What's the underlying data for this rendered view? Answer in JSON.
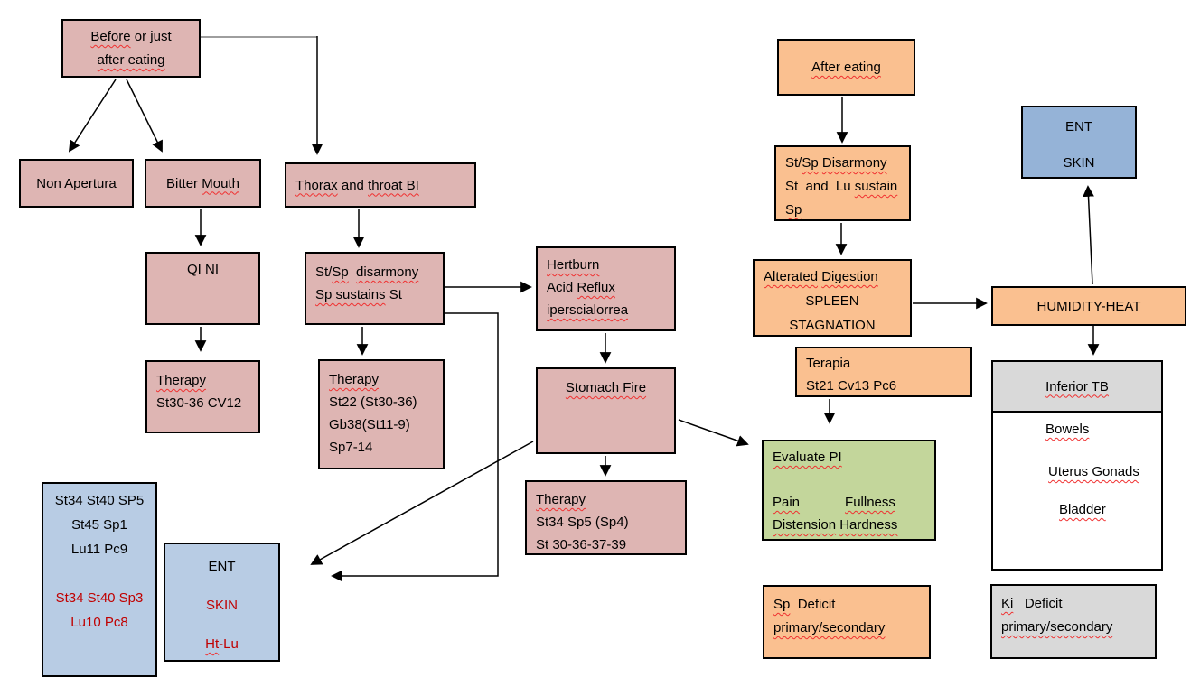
{
  "title": "Digestive disharmony acupuncture flowchart",
  "colors": {
    "pink": "#DEB5B3",
    "orange": "#FAC090",
    "blue": "#95B3D7",
    "light_blue": "#B8CCE4",
    "green": "#C3D69B",
    "gray": "#D9D9D9",
    "red_text": "#C00000",
    "squiggle": "#F03030"
  },
  "boxes": {
    "before_eating": {
      "lines": [
        [
          {
            "t": "Before",
            "sq": true
          },
          {
            "t": " or just"
          }
        ],
        [
          {
            "t": "after eating",
            "sq": true
          }
        ]
      ]
    },
    "non_apertura": {
      "lines": [
        [
          {
            "t": "Non Apertura"
          }
        ]
      ]
    },
    "bitter_mouth": {
      "lines": [
        [
          {
            "t": "Bitter "
          },
          {
            "t": "Mouth",
            "sq": true
          }
        ]
      ]
    },
    "thorax_throat": {
      "lines": [
        [
          {
            "t": "Thorax",
            "sq": true
          },
          {
            "t": " and "
          },
          {
            "t": "throat BI",
            "sq": true
          }
        ]
      ]
    },
    "qi_ni": {
      "lines": [
        [
          {
            "t": "QI NI"
          }
        ]
      ]
    },
    "therapy_qini": {
      "lines": [
        [
          {
            "t": "Therapy",
            "sq": true
          }
        ],
        [
          {
            "t": "St30-36 CV12"
          }
        ]
      ]
    },
    "stsp_disarmony_left": {
      "lines": [
        [
          {
            "t": "St/"
          },
          {
            "t": "Sp",
            "sq": true
          },
          {
            "t": "  "
          },
          {
            "t": "disarmony",
            "sq": true
          }
        ],
        [
          {
            "t": "Sp sustains",
            "sq": true
          },
          {
            "t": " St"
          }
        ]
      ]
    },
    "therapy_st22": {
      "lines": [
        [
          {
            "t": "Therapy",
            "sq": true
          }
        ],
        [
          {
            "t": "St22 (St30-36)"
          }
        ],
        [
          {
            "t": "Gb38(St11-9)"
          }
        ],
        [
          {
            "t": "Sp7-14"
          }
        ]
      ]
    },
    "hertburn": {
      "lines": [
        [
          {
            "t": "Hertburn",
            "sq": true
          }
        ],
        [
          {
            "t": "Acid "
          },
          {
            "t": "Reflux",
            "sq": true
          }
        ],
        [
          {
            "t": "iperscialorrea",
            "sq": true
          }
        ]
      ]
    },
    "stomach_fire": {
      "lines": [
        [
          {
            "t": "Stomach Fire",
            "sq": true
          }
        ]
      ]
    },
    "therapy_st34": {
      "lines": [
        [
          {
            "t": "Therapy",
            "sq": true
          }
        ],
        [
          {
            "t": "St34 Sp5 (Sp4)"
          }
        ],
        [
          {
            "t": "St 30-36-37-39"
          }
        ]
      ]
    },
    "after_eating": {
      "lines": [
        [
          {
            "t": "After eating",
            "sq": true
          }
        ]
      ]
    },
    "stsp_disarmony_right": {
      "lines": [
        [
          {
            "t": "St/"
          },
          {
            "t": "Sp",
            "sq": true
          },
          {
            "t": " "
          },
          {
            "t": "Disarmony",
            "sq": true
          }
        ],
        [
          {
            "t": "St  and  Lu "
          },
          {
            "t": "sustain",
            "sq": true
          }
        ],
        [
          {
            "t": "Sp",
            "sq": true
          }
        ]
      ]
    },
    "alterated_digestion": {
      "lines": [
        [
          {
            "t": "Alterated",
            "sq": true
          },
          {
            "t": " "
          },
          {
            "t": "Digestion",
            "sq": true
          }
        ],
        [
          {
            "t": "SPLEEN"
          }
        ],
        [
          {
            "t": "STAGNATION"
          }
        ]
      ]
    },
    "terapia": {
      "lines": [
        [
          {
            "t": "Terapia"
          }
        ],
        [
          {
            "t": "St21 Cv13 Pc6"
          }
        ]
      ]
    },
    "evaluate_pi": {
      "lines": [
        [
          {
            "t": "Evaluate PI",
            "sq": true
          }
        ],
        [
          {
            "t": " "
          }
        ],
        [
          {
            "t": "Pain",
            "sq": true
          },
          {
            "t": "            "
          },
          {
            "t": "Fullness",
            "sq": true
          }
        ],
        [
          {
            "t": "Distension",
            "sq": true
          },
          {
            "t": " "
          },
          {
            "t": "Hardness",
            "sq": true
          }
        ]
      ]
    },
    "sp_deficit": {
      "lines": [
        [
          {
            "t": "Sp",
            "sq": true
          },
          {
            "t": "  Deficit"
          }
        ],
        [
          {
            "t": "primary/secondary",
            "sq": true
          }
        ]
      ]
    },
    "humidity_heat": {
      "lines": [
        [
          {
            "t": "HUMIDITY-HEAT"
          }
        ]
      ]
    },
    "ent_skin_top": {
      "lines": [
        [
          {
            "t": "ENT"
          }
        ],
        [
          {
            "t": "SKIN"
          }
        ]
      ]
    },
    "inferior_tb": {
      "header": [
        [
          {
            "t": "Inferior TB",
            "sq": true
          }
        ]
      ],
      "items": [
        [
          {
            "t": "Bowels",
            "sq": true
          }
        ],
        [
          {
            "t": "Uterus Gonads",
            "sq": true
          }
        ],
        [
          {
            "t": "Bladder",
            "sq": true
          }
        ]
      ]
    },
    "ki_deficit": {
      "lines": [
        [
          {
            "t": "Ki",
            "sq": true
          },
          {
            "t": "   Deficit"
          }
        ],
        [
          {
            "t": "primary/secondary",
            "sq": true
          }
        ]
      ]
    },
    "points_blue": {
      "lines": [
        [
          {
            "t": "St34 St40 SP5"
          }
        ],
        [
          {
            "t": "St45 Sp1"
          }
        ],
        [
          {
            "t": "Lu11 Pc9"
          }
        ],
        [
          {
            "t": " "
          }
        ],
        [
          {
            "t": "St34 St40 Sp3",
            "red": true
          }
        ],
        [
          {
            "t": "Lu10 Pc8",
            "red": true
          }
        ]
      ]
    },
    "ent_skin_bottom": {
      "lines": [
        [
          {
            "t": "ENT"
          }
        ],
        [
          {
            "t": "SKIN",
            "red": true
          }
        ],
        [
          {
            "t": "Ht",
            "sq": true,
            "red": true
          },
          {
            "t": "-Lu",
            "red": true
          }
        ]
      ]
    }
  }
}
